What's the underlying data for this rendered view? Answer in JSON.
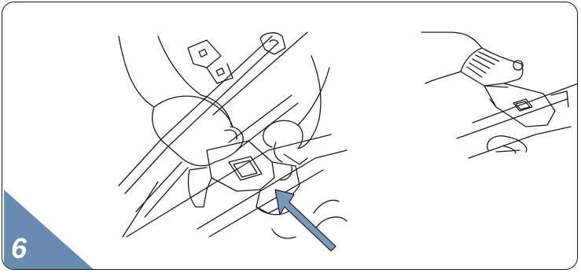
{
  "step": {
    "number": "6",
    "badge_color": "#6a8bb0"
  },
  "illustrations": {
    "left": "buckle-release-illustration",
    "right": "locked-handle-illustration"
  },
  "arrow": {
    "icon": "push-arrow-icon",
    "color": "#7a98bc"
  },
  "line_color": "#1a1a1a"
}
